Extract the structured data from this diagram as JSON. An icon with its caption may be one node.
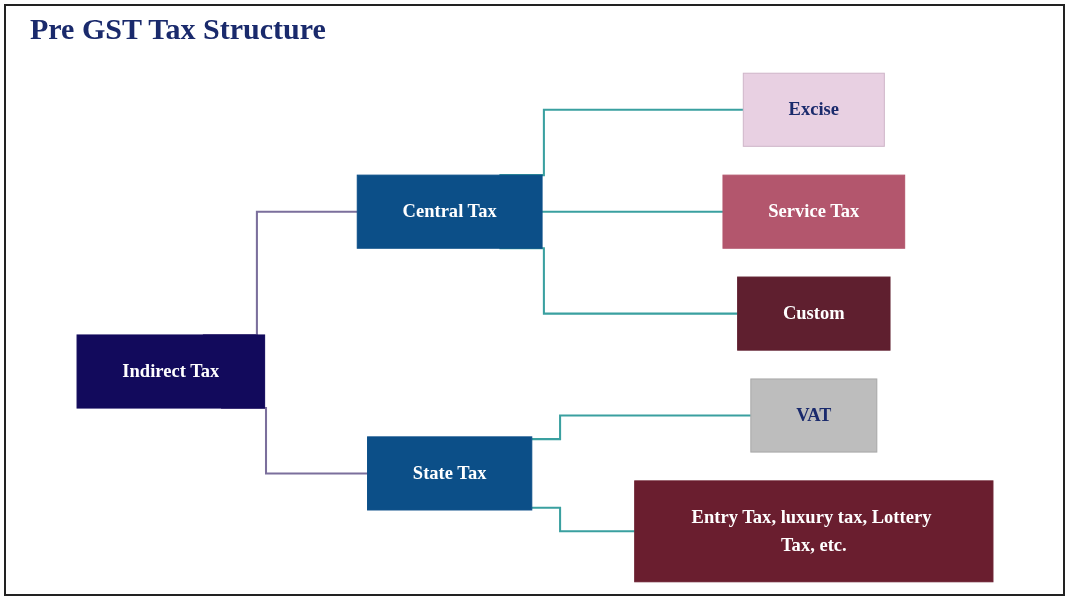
{
  "diagram": {
    "title": "Pre GST Tax Structure",
    "nodes": [
      {
        "text": [
          "Indirect Tax"
        ]
      },
      {
        "text": [
          "Central Tax"
        ]
      },
      {
        "text": [
          "State Tax"
        ]
      },
      {
        "text": [
          "Excise"
        ]
      },
      {
        "text": [
          "Service Tax"
        ]
      },
      {
        "text": [
          "Custom"
        ]
      },
      {
        "text": [
          "VAT"
        ]
      },
      {
        "text": [
          "Entry Tax, luxury tax, Lottery Tax, etc."
        ]
      }
    ],
    "edges": [
      {
        "from": 0,
        "to": 1,
        "arrow": "none",
        "color": "#7b6f9c"
      },
      {
        "from": 0,
        "to": 2,
        "arrow": "none",
        "color": "#7b6f9c"
      },
      {
        "from": 1,
        "to": 3,
        "arrow": "none"
      },
      {
        "from": 1,
        "to": 4,
        "arrow": "none"
      },
      {
        "from": 1,
        "to": 5,
        "arrow": "none"
      },
      {
        "from": 2,
        "to": 6,
        "arrow": "none"
      },
      {
        "from": 2,
        "to": 7,
        "arrow": "none"
      }
    ]
  }
}
